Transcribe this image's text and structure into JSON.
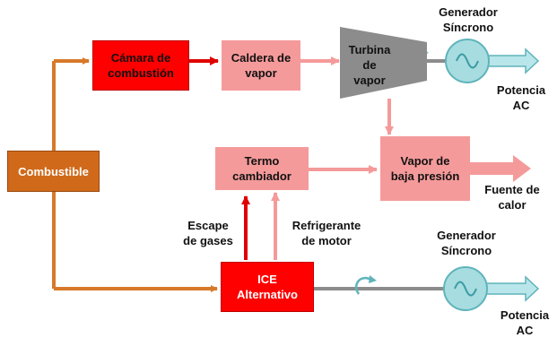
{
  "colors": {
    "fuel_box": "#d06a1a",
    "fuel_line": "#d7792a",
    "red_box": "#ff0000",
    "pink_box": "#f59a9a",
    "pink_line": "#f59a9a",
    "red_line": "#e00000",
    "turbine": "#8c8c8c",
    "gray_line": "#8c8c8c",
    "generator_fill": "#a7dde0",
    "generator_stroke": "#5fb4bb",
    "output_arrow": "#b9e6ea"
  },
  "nodes": {
    "combustible": "Combustible",
    "camara": "Cámara de\ncombustión",
    "caldera": "Caldera de\nvapor",
    "turbina": "Turbina\nde\nvapor",
    "termo": "Termo\ncambiador",
    "vapor_baja": "Vapor de\nbaja presión",
    "ice": "ICE\nAlternativo"
  },
  "labels": {
    "generador_top": "Generador\nSíncrono",
    "potencia_top": "Potencia\nAC",
    "fuente_calor": "Fuente de\ncalor",
    "escape": "Escape\nde gases",
    "refrigerante": "Refrigerante\nde motor",
    "generador_bottom": "Generador\nSíncrono",
    "potencia_bottom": "Potencia\nAC"
  },
  "icons": {
    "generator_symbol": "sine-wave-icon",
    "shaft_rotation": "rotation-arrow-icon"
  }
}
